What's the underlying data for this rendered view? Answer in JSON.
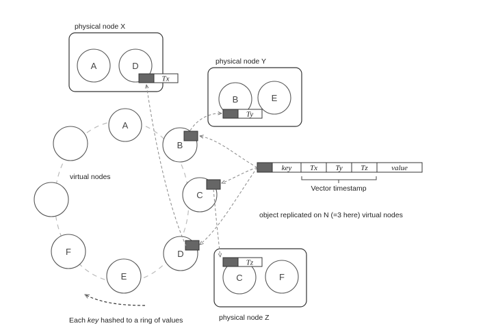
{
  "physical_nodes": {
    "x": {
      "title": "physical node X",
      "vnodes": [
        "A",
        "D"
      ],
      "stamp": "Tx"
    },
    "y": {
      "title": "physical node Y",
      "vnodes": [
        "B",
        "E"
      ],
      "stamp": "Ty"
    },
    "z": {
      "title": "physical node Z",
      "vnodes": [
        "C",
        "F"
      ],
      "stamp": "Tz"
    }
  },
  "ring": {
    "label": "virtual nodes",
    "nodes": [
      "A",
      "B",
      "C",
      "D",
      "E",
      "F",
      "",
      ""
    ],
    "caption_prefix": "Each",
    "caption_key": "key",
    "caption_suffix": "hashed to a ring of values"
  },
  "object": {
    "cells": [
      "key",
      "Tx",
      "Ty",
      "Tz",
      "value"
    ],
    "timestamp_label": "Vector timestamp",
    "replication_note": "object replicated on N (=3 here) virtual nodes"
  }
}
